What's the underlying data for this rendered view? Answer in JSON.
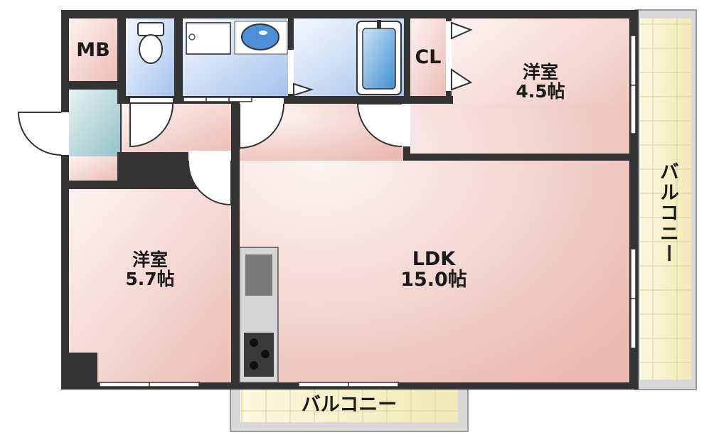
{
  "floorplan": {
    "rooms": {
      "mb": {
        "label": "MB"
      },
      "cl": {
        "label": "CL"
      },
      "western_room_a": {
        "name": "洋室",
        "size": "4.5帖"
      },
      "western_room_b": {
        "name": "洋室",
        "size": "5.7帖"
      },
      "ldk": {
        "name": "LDK",
        "size": "15.0帖"
      }
    },
    "balcony_side": {
      "label": "バルコニー"
    },
    "balcony_bottom": {
      "label": "バルコニー"
    }
  },
  "colors": {
    "wall": "#333333",
    "room_pink": "#f0c9c5",
    "room_pink_light": "#fcf0ee",
    "wet_blue": "#a9c6ee",
    "wet_blue_light": "#eef4fc",
    "entry_teal": "#9fc9cc",
    "balcony_yellow": "#f2edbd",
    "balcony_border": "#999999"
  }
}
